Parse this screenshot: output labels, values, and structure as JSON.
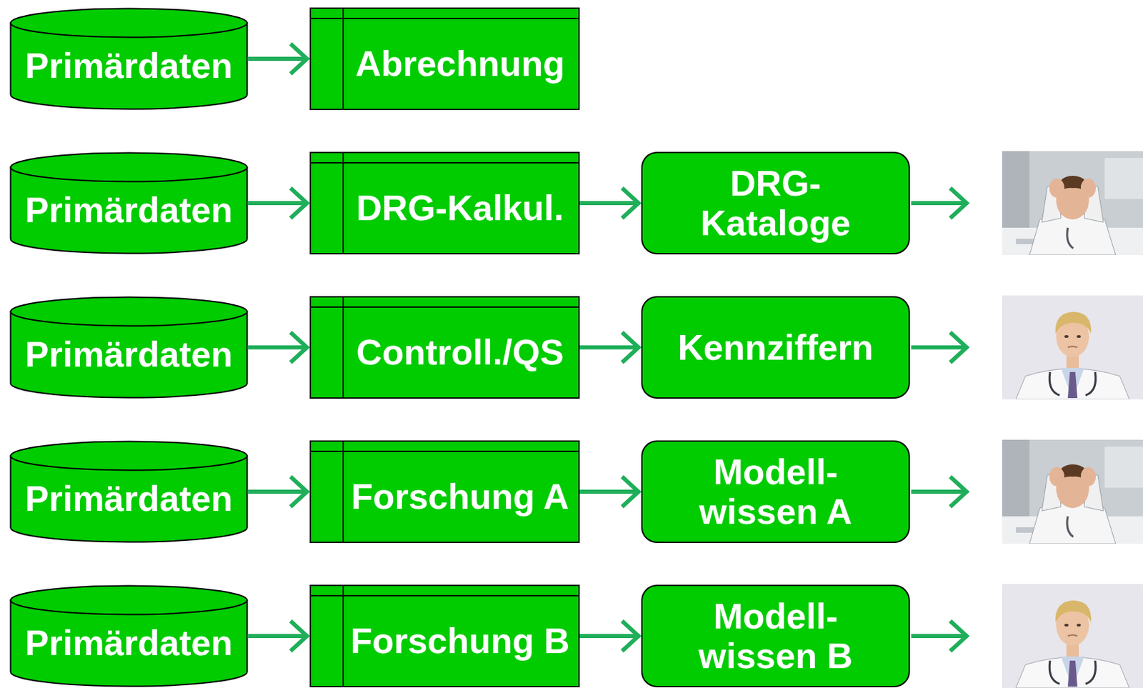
{
  "diagram": {
    "nodes": [
      {
        "text": [
          "Primärdaten"
        ]
      },
      {
        "text": [
          "Abrechnung"
        ]
      },
      {
        "text": [
          "Primärdaten"
        ]
      },
      {
        "text": [
          "DRG-Kalkul."
        ]
      },
      {
        "text": [
          "DRG- Kataloge"
        ]
      },
      {
        "text": [
          "Primärdaten"
        ]
      },
      {
        "text": [
          "Controll./QS"
        ]
      },
      {
        "text": [
          "Kennziffern"
        ]
      },
      {
        "text": [
          "Primärdaten"
        ]
      },
      {
        "text": [
          "Forschung A"
        ]
      },
      {
        "text": [
          "Modell- wissen A"
        ]
      },
      {
        "text": [
          "Primärdaten"
        ]
      },
      {
        "text": [
          "Forschung B"
        ]
      },
      {
        "text": [
          "Modell- wissen B"
        ]
      }
    ],
    "edges": [
      {
        "from": 0,
        "to": 1,
        "arrow": "to"
      },
      {
        "from": 2,
        "to": 3,
        "arrow": "to"
      },
      {
        "from": 3,
        "to": 4,
        "arrow": "to"
      },
      {
        "from": 5,
        "to": 6,
        "arrow": "to"
      },
      {
        "from": 6,
        "to": 7,
        "arrow": "to"
      },
      {
        "from": 8,
        "to": 9,
        "arrow": "to"
      },
      {
        "from": 9,
        "to": 10,
        "arrow": "to"
      },
      {
        "from": 11,
        "to": 12,
        "arrow": "to"
      },
      {
        "from": 12,
        "to": 13,
        "arrow": "to"
      }
    ]
  }
}
